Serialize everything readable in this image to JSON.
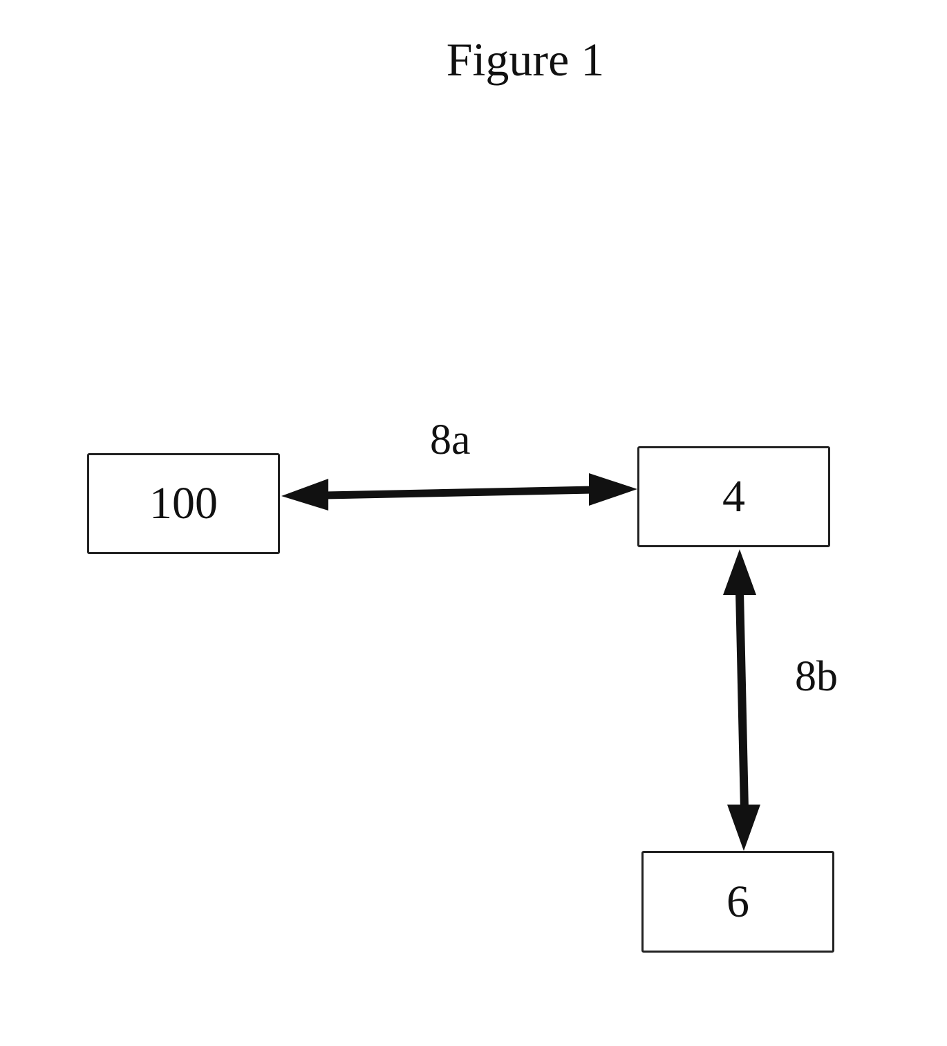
{
  "figure": {
    "title": "Figure 1"
  },
  "nodes": [
    {
      "id": "100",
      "label": "100"
    },
    {
      "id": "4",
      "label": "4"
    },
    {
      "id": "6",
      "label": "6"
    }
  ],
  "links": [
    {
      "id": "8a",
      "label": "8a",
      "from": "100",
      "to": "4",
      "direction": "bidirectional"
    },
    {
      "id": "8b",
      "label": "8b",
      "from": "4",
      "to": "6",
      "direction": "bidirectional"
    }
  ],
  "colors": {
    "ink": "#111111",
    "background": "#ffffff"
  }
}
